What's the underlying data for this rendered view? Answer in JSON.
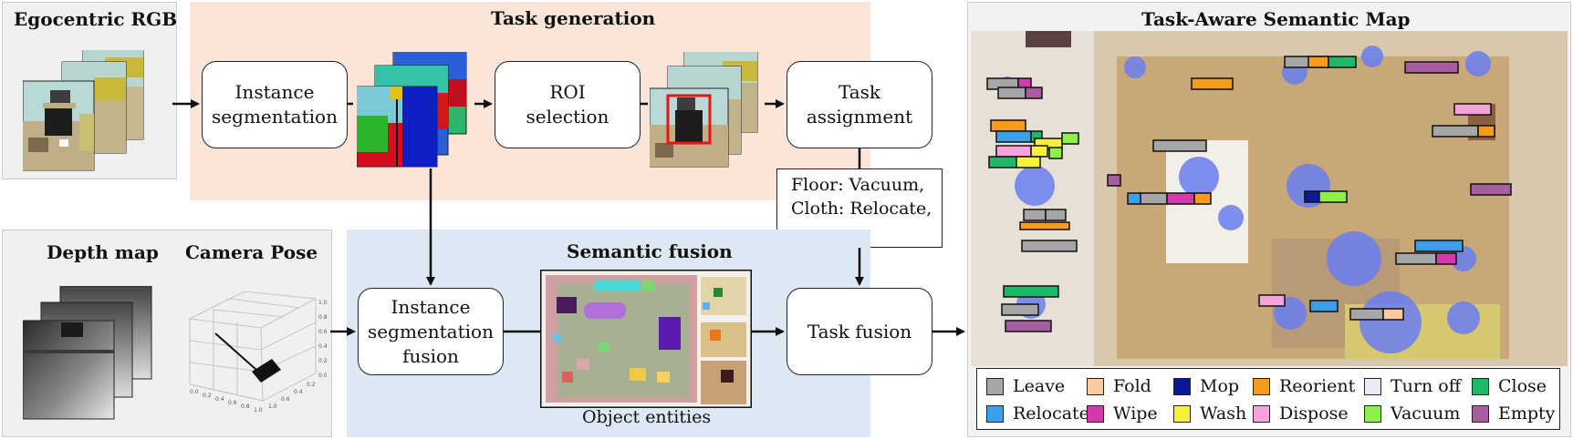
{
  "panels": {
    "rgb": {
      "title": "Egocentric RGB"
    },
    "taskgen": {
      "title": "Task generation"
    },
    "depth": {
      "title": "Depth map",
      "pose_title": "Camera Pose"
    },
    "fusion": {
      "title": "Semantic fusion",
      "caption": "Object entities"
    },
    "map": {
      "title": "Task-Aware Semantic Map"
    }
  },
  "boxes": {
    "instance_seg": "Instance segmentation",
    "roi": "ROI selection",
    "task_assign": "Task assignment",
    "isf": "Instance segmentation fusion",
    "task_fusion": "Task fusion"
  },
  "task_note": {
    "line1": "Floor: Vacuum,",
    "line2": "Cloth: Relocate,",
    "line3": "...."
  },
  "axis_ticks": [
    "1.0",
    "0.8",
    "0.6",
    "0.4",
    "0.2",
    "0.0"
  ],
  "legend": [
    {
      "label": "Leave",
      "color": "#a6a6a6"
    },
    {
      "label": "Fold",
      "color": "#f8cba0"
    },
    {
      "label": "Mop",
      "color": "#0a1a96"
    },
    {
      "label": "Reorient",
      "color": "#f79b1e"
    },
    {
      "label": "Turn off",
      "color": "#ece8f8"
    },
    {
      "label": "Close",
      "color": "#1fb86a"
    },
    {
      "label": "Relocate",
      "color": "#3ca0e8"
    },
    {
      "label": "Wipe",
      "color": "#d43aad"
    },
    {
      "label": "Wash",
      "color": "#f8f03a"
    },
    {
      "label": "Dispose",
      "color": "#f7a2dc"
    },
    {
      "label": "Vacuum",
      "color": "#8ef04a"
    },
    {
      "label": "Empty",
      "color": "#a65ea0"
    }
  ]
}
